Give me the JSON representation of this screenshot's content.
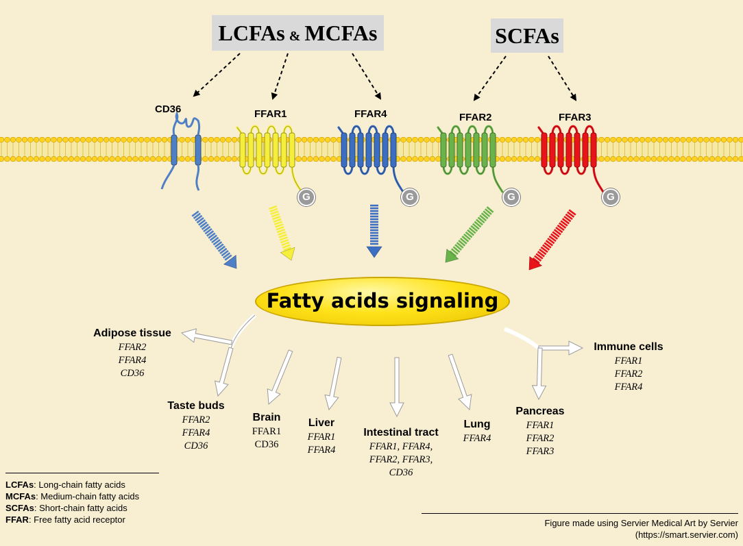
{
  "ligands": {
    "long_medium": {
      "left": "LCFAs",
      "amp": "&",
      "right": "MCFAs"
    },
    "short": "SCFAs"
  },
  "receptors": [
    {
      "name": "CD36",
      "color": "#4f7fc4"
    },
    {
      "name": "FFAR1",
      "color": "#f5ee3a"
    },
    {
      "name": "FFAR4",
      "color": "#3c6ec2"
    },
    {
      "name": "FFAR2",
      "color": "#6ab34a"
    },
    {
      "name": "FFAR3",
      "color": "#e8141a"
    }
  ],
  "g_protein_label": "G",
  "center_label": "Fatty acids signaling",
  "tissues": {
    "adipose": {
      "name": "Adipose tissue",
      "receptors": [
        "FFAR2",
        "FFAR4",
        "CD36"
      ]
    },
    "taste": {
      "name": "Taste buds",
      "receptors": [
        "FFAR2",
        "FFAR4",
        "CD36"
      ]
    },
    "brain": {
      "name": "Brain",
      "receptors": [
        "FFAR1",
        "CD36"
      ]
    },
    "liver": {
      "name": "Liver",
      "receptors": [
        "FFAR1",
        "FFAR4"
      ]
    },
    "intestine": {
      "name": "Intestinal tract",
      "receptors": [
        "FFAR1,  FFAR4,",
        "FFAR2,  FFAR3,",
        "CD36"
      ]
    },
    "lung": {
      "name": "Lung",
      "receptors": [
        "FFAR4"
      ]
    },
    "pancreas": {
      "name": "Pancreas",
      "receptors": [
        "FFAR1",
        "FFAR2",
        "FFAR3"
      ]
    },
    "immune": {
      "name": "Immune cells",
      "receptors": [
        "FFAR1",
        "FFAR2",
        "FFAR4"
      ]
    }
  },
  "legend": [
    {
      "abbr": "LCFAs",
      "text": ": Long-chain fatty acids"
    },
    {
      "abbr": "MCFAs",
      "text": ": Medium-chain fatty acids"
    },
    {
      "abbr": "SCFAs",
      "text": ": Short-chain fatty acids"
    },
    {
      "abbr": "FFAR",
      "text": ": Free fatty acid receptor"
    }
  ],
  "credit": {
    "line1": "Figure made using Servier Medical Art by Servier",
    "line2": "(https://smart.servier.com)"
  }
}
